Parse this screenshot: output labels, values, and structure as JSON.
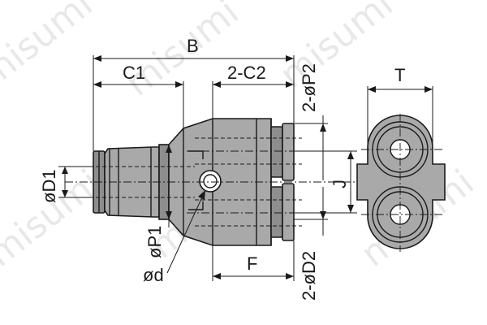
{
  "watermark": "misumi",
  "dimensions": {
    "B": "B",
    "C1": "C1",
    "C2": "2-C2",
    "P2": "2-øP2",
    "T": "T",
    "D1": "øD1",
    "P1": "øP1",
    "d": "ød",
    "F": "F",
    "J": "J",
    "D2": "2-øD2"
  }
}
